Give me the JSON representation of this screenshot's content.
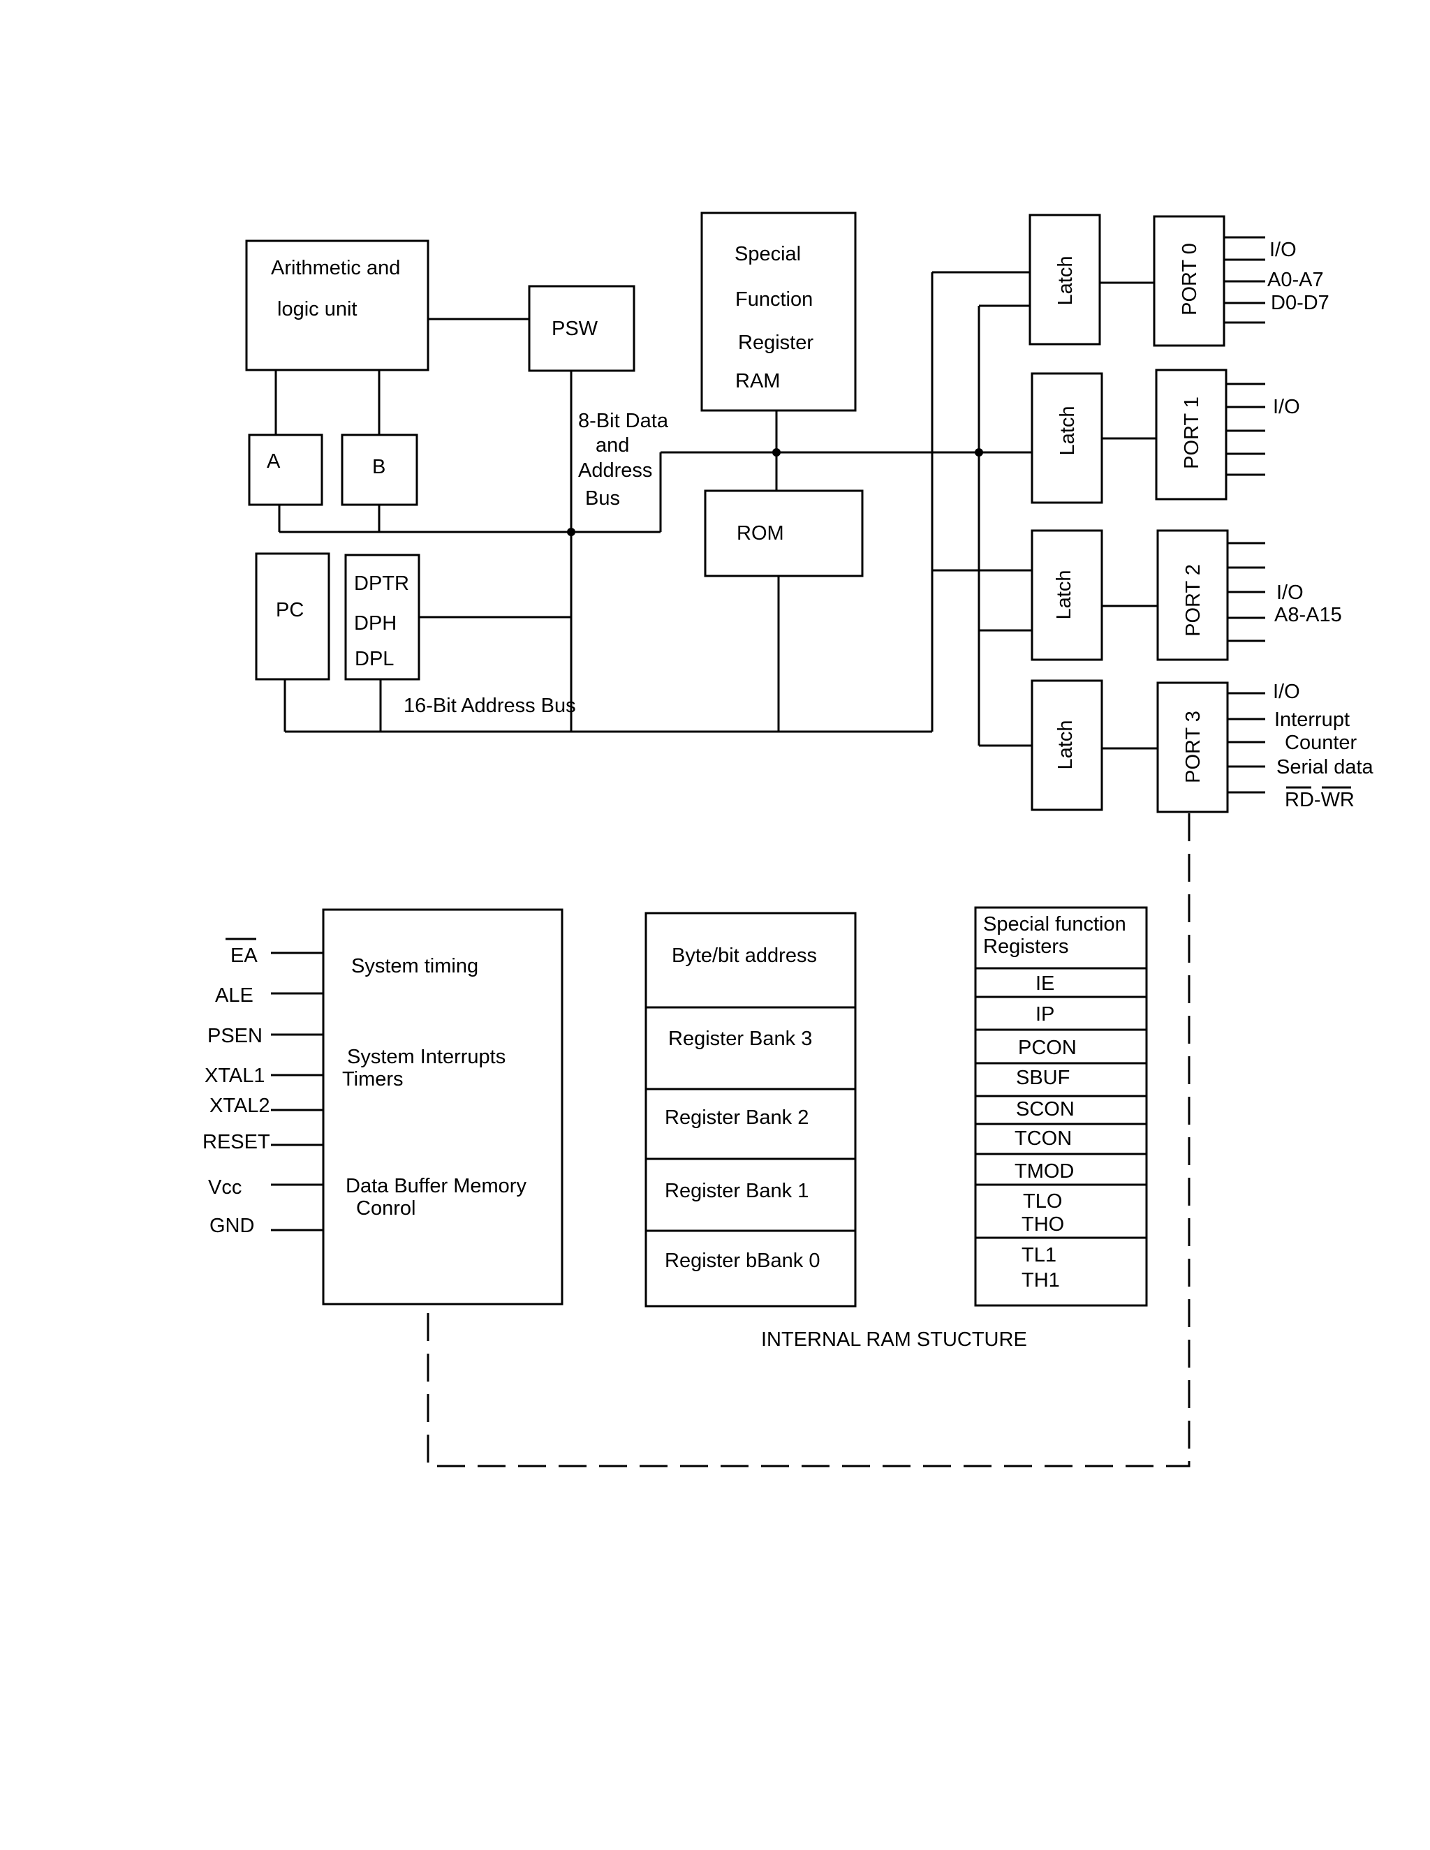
{
  "blocks": {
    "alu": [
      "Arithmetic  and",
      "logic unit"
    ],
    "psw": "PSW",
    "sfr_ram": [
      "Special",
      "Function",
      "Register",
      "RAM"
    ],
    "reg_a": "A",
    "reg_b": "B",
    "rom": "ROM",
    "pc": "PC",
    "dptr": [
      "DPTR",
      "DPH",
      "DPL"
    ]
  },
  "buses": {
    "data_bus": [
      "8-Bit Data",
      "and",
      "Address",
      "Bus"
    ],
    "address_bus": "16-Bit Address Bus"
  },
  "latch_label": "Latch",
  "ports": [
    {
      "name": "PORT 0",
      "signals": [
        "I/O",
        "A0-A7",
        "D0-D7"
      ]
    },
    {
      "name": "PORT 1",
      "signals": [
        "I/O"
      ]
    },
    {
      "name": "PORT 2",
      "signals": [
        "I/O",
        "A8-A15"
      ]
    },
    {
      "name": "PORT 3",
      "signals": [
        "I/O",
        "Interrupt",
        "Counter",
        "Serial data",
        "RD",
        "-",
        "WR"
      ]
    }
  ],
  "control_pins": [
    "EA",
    "ALE",
    "PSEN",
    "XTAL1",
    "XTAL2",
    "RESET",
    "Vcc",
    "GND"
  ],
  "control_block": [
    "System timing",
    "System Interrupts",
    "Timers",
    "Data Buffer Memory",
    "Conrol"
  ],
  "ram_banks": [
    "Byte/bit address",
    "Register Bank 3",
    "Register Bank 2",
    "Register Bank 1",
    "Register bBank 0"
  ],
  "sfr_list": {
    "header": [
      "Special function",
      "Registers"
    ],
    "items": [
      "IE",
      "IP",
      "PCON",
      "SBUF",
      "SCON",
      "TCON",
      "TMOD",
      "TLO",
      "THO",
      "TL1",
      "TH1"
    ]
  },
  "ram_caption": "INTERNAL RAM STUCTURE"
}
